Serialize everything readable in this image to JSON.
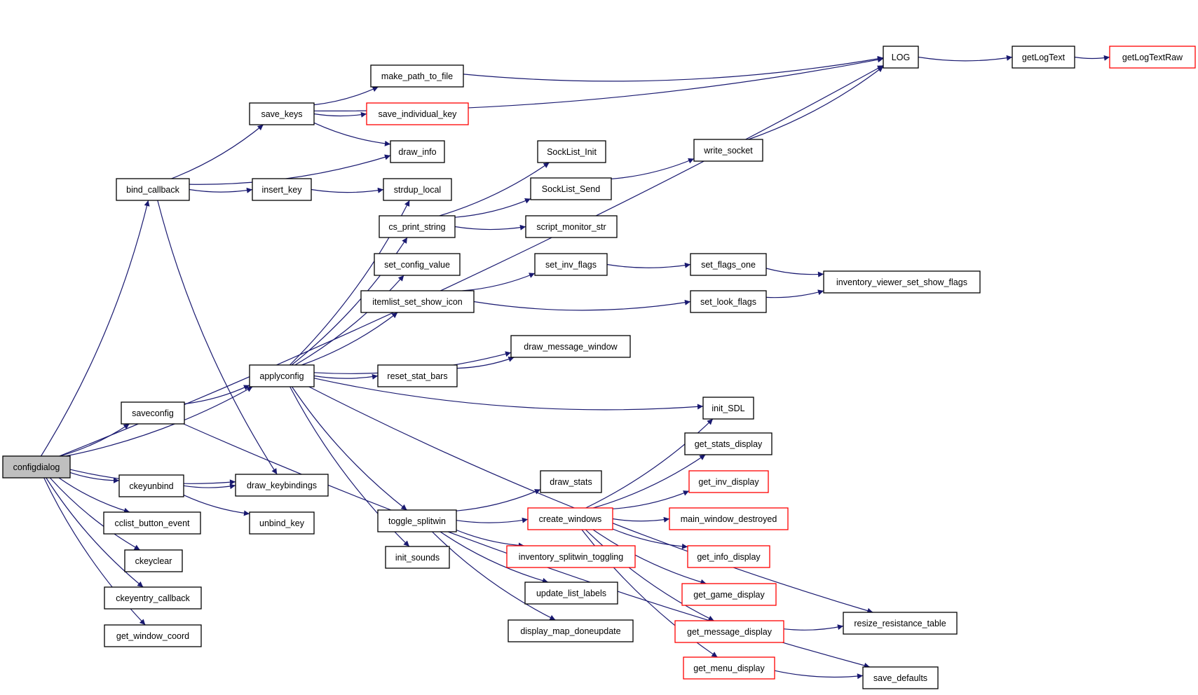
{
  "colors": {
    "edge": "#191970",
    "node_border": "#000000",
    "node_border_incomplete": "#ff0000",
    "root_fill": "#bfbfbf",
    "node_fill": "#ffffff"
  },
  "graph": {
    "nodes": [
      {
        "id": "configdialog",
        "label": "configdialog",
        "root": true
      },
      {
        "id": "bind_callback",
        "label": "bind_callback"
      },
      {
        "id": "applyconfig",
        "label": "applyconfig"
      },
      {
        "id": "saveconfig",
        "label": "saveconfig"
      },
      {
        "id": "ckeyunbind",
        "label": "ckeyunbind"
      },
      {
        "id": "cclist_button_event",
        "label": "cclist_button_event"
      },
      {
        "id": "ckeyclear",
        "label": "ckeyclear"
      },
      {
        "id": "ckeyentry_callback",
        "label": "ckeyentry_callback"
      },
      {
        "id": "get_window_coord",
        "label": "get_window_coord"
      },
      {
        "id": "save_keys",
        "label": "save_keys"
      },
      {
        "id": "insert_key",
        "label": "insert_key"
      },
      {
        "id": "draw_keybindings",
        "label": "draw_keybindings"
      },
      {
        "id": "unbind_key",
        "label": "unbind_key"
      },
      {
        "id": "make_path_to_file",
        "label": "make_path_to_file"
      },
      {
        "id": "save_individual_key",
        "label": "save_individual_key",
        "incomplete": true
      },
      {
        "id": "draw_info",
        "label": "draw_info"
      },
      {
        "id": "strdup_local",
        "label": "strdup_local"
      },
      {
        "id": "cs_print_string",
        "label": "cs_print_string"
      },
      {
        "id": "set_config_value",
        "label": "set_config_value"
      },
      {
        "id": "itemlist_set_show_icon",
        "label": "itemlist_set_show_icon"
      },
      {
        "id": "reset_stat_bars",
        "label": "reset_stat_bars"
      },
      {
        "id": "toggle_splitwin",
        "label": "toggle_splitwin"
      },
      {
        "id": "init_sounds",
        "label": "init_sounds"
      },
      {
        "id": "SockList_Init",
        "label": "SockList_Init"
      },
      {
        "id": "SockList_Send",
        "label": "SockList_Send"
      },
      {
        "id": "script_monitor_str",
        "label": "script_monitor_str"
      },
      {
        "id": "set_inv_flags",
        "label": "set_inv_flags"
      },
      {
        "id": "draw_message_window",
        "label": "draw_message_window"
      },
      {
        "id": "draw_stats",
        "label": "draw_stats"
      },
      {
        "id": "create_windows",
        "label": "create_windows",
        "incomplete": true
      },
      {
        "id": "inventory_splitwin_toggling",
        "label": "inventory_splitwin_toggling",
        "incomplete": true
      },
      {
        "id": "update_list_labels",
        "label": "update_list_labels"
      },
      {
        "id": "display_map_doneupdate",
        "label": "display_map_doneupdate"
      },
      {
        "id": "write_socket",
        "label": "write_socket"
      },
      {
        "id": "set_flags_one",
        "label": "set_flags_one"
      },
      {
        "id": "set_look_flags",
        "label": "set_look_flags"
      },
      {
        "id": "init_SDL",
        "label": "init_SDL"
      },
      {
        "id": "get_stats_display",
        "label": "get_stats_display"
      },
      {
        "id": "get_inv_display",
        "label": "get_inv_display",
        "incomplete": true
      },
      {
        "id": "main_window_destroyed",
        "label": "main_window_destroyed",
        "incomplete": true
      },
      {
        "id": "get_info_display",
        "label": "get_info_display",
        "incomplete": true
      },
      {
        "id": "get_game_display",
        "label": "get_game_display",
        "incomplete": true
      },
      {
        "id": "get_message_display",
        "label": "get_message_display",
        "incomplete": true
      },
      {
        "id": "get_menu_display",
        "label": "get_menu_display",
        "incomplete": true
      },
      {
        "id": "LOG",
        "label": "LOG"
      },
      {
        "id": "inventory_viewer_set_show_flags",
        "label": "inventory_viewer_set_show_flags"
      },
      {
        "id": "resize_resistance_table",
        "label": "resize_resistance_table"
      },
      {
        "id": "save_defaults",
        "label": "save_defaults"
      },
      {
        "id": "getLogText",
        "label": "getLogText"
      },
      {
        "id": "getLogTextRaw",
        "label": "getLogTextRaw",
        "incomplete": true
      }
    ],
    "edges": [
      {
        "from": "configdialog",
        "to": "LOG"
      },
      {
        "from": "configdialog",
        "to": "bind_callback"
      },
      {
        "from": "configdialog",
        "to": "applyconfig"
      },
      {
        "from": "configdialog",
        "to": "saveconfig"
      },
      {
        "from": "configdialog",
        "to": "draw_keybindings"
      },
      {
        "from": "configdialog",
        "to": "ckeyunbind"
      },
      {
        "from": "configdialog",
        "to": "cclist_button_event"
      },
      {
        "from": "configdialog",
        "to": "ckeyclear"
      },
      {
        "from": "configdialog",
        "to": "ckeyentry_callback"
      },
      {
        "from": "configdialog",
        "to": "get_window_coord"
      },
      {
        "from": "bind_callback",
        "to": "save_keys"
      },
      {
        "from": "bind_callback",
        "to": "draw_info"
      },
      {
        "from": "bind_callback",
        "to": "insert_key"
      },
      {
        "from": "bind_callback",
        "to": "draw_keybindings"
      },
      {
        "from": "save_keys",
        "to": "LOG"
      },
      {
        "from": "save_keys",
        "to": "make_path_to_file"
      },
      {
        "from": "save_keys",
        "to": "save_individual_key"
      },
      {
        "from": "save_keys",
        "to": "draw_info"
      },
      {
        "from": "insert_key",
        "to": "strdup_local"
      },
      {
        "from": "make_path_to_file",
        "to": "LOG"
      },
      {
        "from": "applyconfig",
        "to": "strdup_local"
      },
      {
        "from": "applyconfig",
        "to": "cs_print_string"
      },
      {
        "from": "applyconfig",
        "to": "set_config_value"
      },
      {
        "from": "applyconfig",
        "to": "itemlist_set_show_icon"
      },
      {
        "from": "applyconfig",
        "to": "draw_message_window"
      },
      {
        "from": "applyconfig",
        "to": "reset_stat_bars"
      },
      {
        "from": "applyconfig",
        "to": "resize_resistance_table"
      },
      {
        "from": "applyconfig",
        "to": "init_SDL"
      },
      {
        "from": "applyconfig",
        "to": "toggle_splitwin"
      },
      {
        "from": "applyconfig",
        "to": "init_sounds"
      },
      {
        "from": "cs_print_string",
        "to": "SockList_Init"
      },
      {
        "from": "cs_print_string",
        "to": "SockList_Send"
      },
      {
        "from": "cs_print_string",
        "to": "script_monitor_str"
      },
      {
        "from": "SockList_Send",
        "to": "write_socket"
      },
      {
        "from": "write_socket",
        "to": "LOG"
      },
      {
        "from": "itemlist_set_show_icon",
        "to": "set_inv_flags"
      },
      {
        "from": "itemlist_set_show_icon",
        "to": "set_look_flags"
      },
      {
        "from": "set_inv_flags",
        "to": "set_flags_one"
      },
      {
        "from": "set_flags_one",
        "to": "inventory_viewer_set_show_flags"
      },
      {
        "from": "set_look_flags",
        "to": "inventory_viewer_set_show_flags"
      },
      {
        "from": "reset_stat_bars",
        "to": "draw_message_window"
      },
      {
        "from": "saveconfig",
        "to": "applyconfig"
      },
      {
        "from": "saveconfig",
        "to": "save_defaults"
      },
      {
        "from": "ckeyunbind",
        "to": "draw_keybindings"
      },
      {
        "from": "ckeyunbind",
        "to": "unbind_key"
      },
      {
        "from": "toggle_splitwin",
        "to": "draw_stats"
      },
      {
        "from": "toggle_splitwin",
        "to": "create_windows"
      },
      {
        "from": "toggle_splitwin",
        "to": "inventory_splitwin_toggling"
      },
      {
        "from": "toggle_splitwin",
        "to": "update_list_labels"
      },
      {
        "from": "toggle_splitwin",
        "to": "display_map_doneupdate"
      },
      {
        "from": "create_windows",
        "to": "init_SDL"
      },
      {
        "from": "create_windows",
        "to": "get_stats_display"
      },
      {
        "from": "create_windows",
        "to": "get_inv_display"
      },
      {
        "from": "create_windows",
        "to": "main_window_destroyed"
      },
      {
        "from": "create_windows",
        "to": "get_info_display"
      },
      {
        "from": "create_windows",
        "to": "get_game_display"
      },
      {
        "from": "create_windows",
        "to": "get_message_display"
      },
      {
        "from": "create_windows",
        "to": "get_menu_display"
      },
      {
        "from": "get_message_display",
        "to": "resize_resistance_table"
      },
      {
        "from": "get_menu_display",
        "to": "save_defaults"
      },
      {
        "from": "LOG",
        "to": "getLogText"
      },
      {
        "from": "getLogText",
        "to": "getLogTextRaw"
      }
    ]
  }
}
